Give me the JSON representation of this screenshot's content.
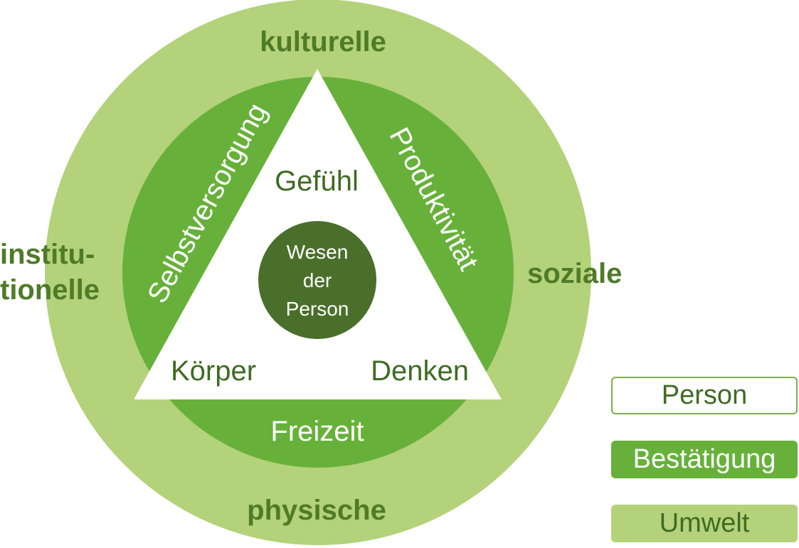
{
  "environment": {
    "top": "kulturelle",
    "left_line1": "institu-",
    "left_line2": "tionelle",
    "right": "soziale",
    "bottom": "physische"
  },
  "occupation": {
    "left": "Selbstversorgung",
    "right": "Produktivität",
    "bottom": "Freizeit"
  },
  "person": {
    "top": "Gefühl",
    "bottom_left": "Körper",
    "bottom_right": "Denken"
  },
  "core": {
    "line1": "Wesen",
    "line2": "der",
    "line3": "Person"
  },
  "legend": {
    "person": "Person",
    "confirmation": "Bestätigung",
    "environment": "Umwelt"
  },
  "colors": {
    "environment": "#b3d27a",
    "occupation": "#67b13a",
    "core": "#4a6f2b",
    "text_dark": "#4f7b28"
  }
}
